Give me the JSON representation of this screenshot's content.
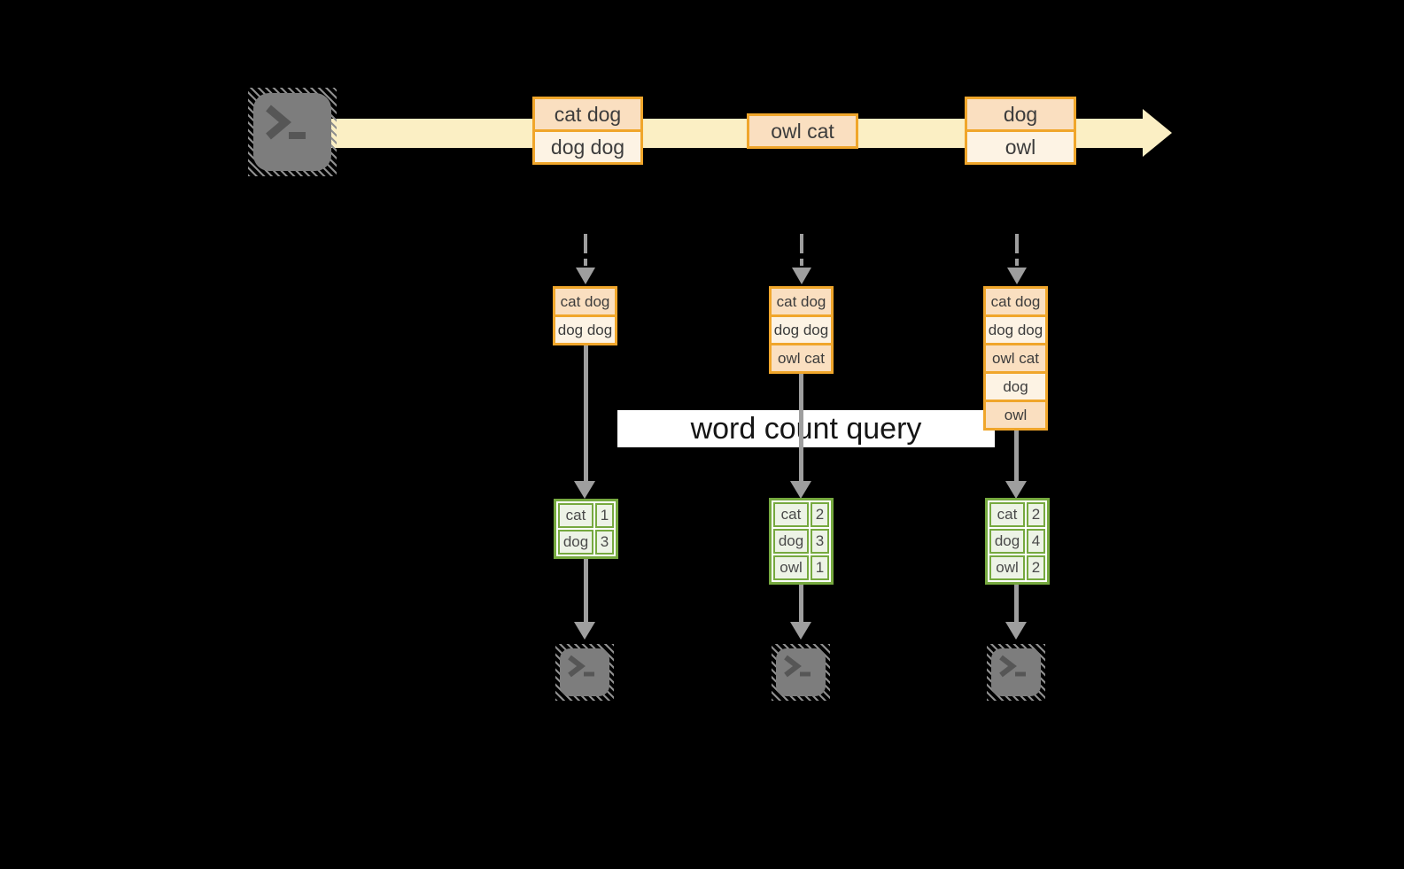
{
  "stream": {
    "messages": [
      {
        "lines": [
          "cat dog",
          "dog dog"
        ]
      },
      {
        "lines": [
          "owl cat"
        ]
      },
      {
        "lines": [
          "dog",
          "owl"
        ]
      }
    ]
  },
  "query_label": "word count query",
  "pipelines": [
    {
      "buffer": [
        "cat dog",
        "dog dog"
      ],
      "counts": [
        {
          "word": "cat",
          "value": "1"
        },
        {
          "word": "dog",
          "value": "3"
        }
      ]
    },
    {
      "buffer": [
        "cat dog",
        "dog dog",
        "owl cat"
      ],
      "counts": [
        {
          "word": "cat",
          "value": "2"
        },
        {
          "word": "dog",
          "value": "3"
        },
        {
          "word": "owl",
          "value": "1"
        }
      ]
    },
    {
      "buffer": [
        "cat dog",
        "dog dog",
        "owl cat",
        "dog",
        "owl"
      ],
      "counts": [
        {
          "word": "cat",
          "value": "2"
        },
        {
          "word": "dog",
          "value": "4"
        },
        {
          "word": "owl",
          "value": "2"
        }
      ]
    }
  ],
  "icons": {
    "source": "terminal-icon",
    "stream_end": "arrow-right-icon",
    "sinks": [
      "terminal-icon",
      "terminal-icon",
      "terminal-icon"
    ]
  },
  "colors": {
    "background": "#000000",
    "stream_band": "#fbefc4",
    "box_border": "#f0a62b",
    "box_fill_dark": "#fadfc0",
    "box_fill_light": "#fdf3e4",
    "table_border": "#76a93f",
    "table_fill": "#edf3e6",
    "arrow_gray": "#9e9e9e",
    "terminal_gray": "#7d7d7d",
    "query_bg": "#ffffff"
  }
}
